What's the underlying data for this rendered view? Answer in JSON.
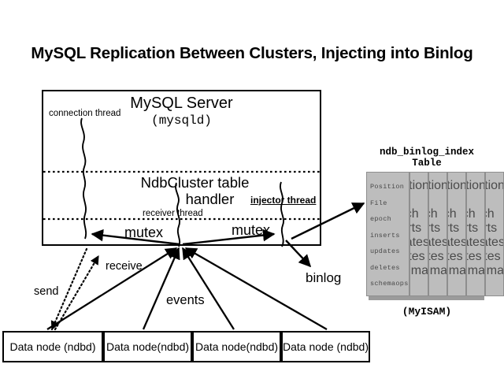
{
  "title": "MySQL Replication Between Clusters, Injecting into Binlog",
  "server": {
    "name": "MySQL Server",
    "process": "(mysqld)",
    "connection_thread_label": "connection thread",
    "handler_line1": "NdbCluster table",
    "handler_line2": "handler",
    "receiver_thread_label": "receiver thread",
    "injector_thread_label": "injector thread",
    "mutex_left_label": "mutex",
    "mutex_right_label": "mutex"
  },
  "flows": {
    "send_label": "send",
    "receive_label": "receive",
    "events_label": "events",
    "binlog_label": "binlog"
  },
  "binlog_index_table": {
    "caption_line1": "ndb_binlog_index",
    "caption_line2": "Table",
    "engine": "(MyISAM)",
    "fields": [
      "Position",
      "File",
      "epoch",
      "inserts",
      "updates",
      "deletes",
      "schemaops"
    ],
    "stack_count": 5,
    "card_fill": "#bdbdbd",
    "card_border": "#8e8e8e",
    "card_shadow": "#9b9b9b",
    "field_text_color": "#4a4a4a"
  },
  "data_nodes": [
    "Data node (ndbd)",
    "Data node(ndbd)",
    "Data node(ndbd)",
    "Data node (ndbd)"
  ],
  "colors": {
    "background": "#ffffff",
    "stroke": "#000000"
  }
}
